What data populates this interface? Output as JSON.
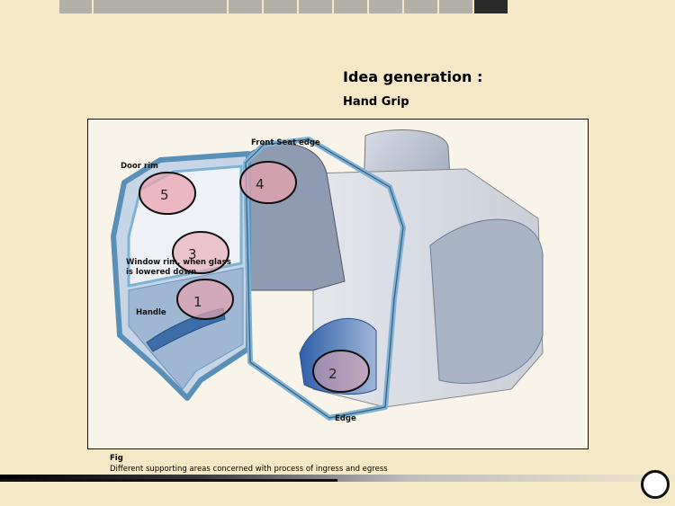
{
  "title": "Idea generation :",
  "subtitle": "Hand Grip",
  "figure": {
    "labels": {
      "front_seat_edge": "Front Seat  edge",
      "door_rim": "Door rim",
      "window_rim": "Window rim, when glass is lowered down",
      "handle": "Handle",
      "edge": "Edge"
    },
    "markers": [
      "1",
      "2",
      "3",
      "4",
      "5"
    ]
  },
  "caption": {
    "fig": "Fig",
    "text": "Different supporting areas concerned with process of ingress and egress"
  },
  "colors": {
    "background": "#f5e8c6",
    "nav_inactive": "#b3b0a8",
    "nav_active": "#2a2a2a",
    "door_frame": "#7fb3d5",
    "marker_fill": "#e8a3b0"
  }
}
